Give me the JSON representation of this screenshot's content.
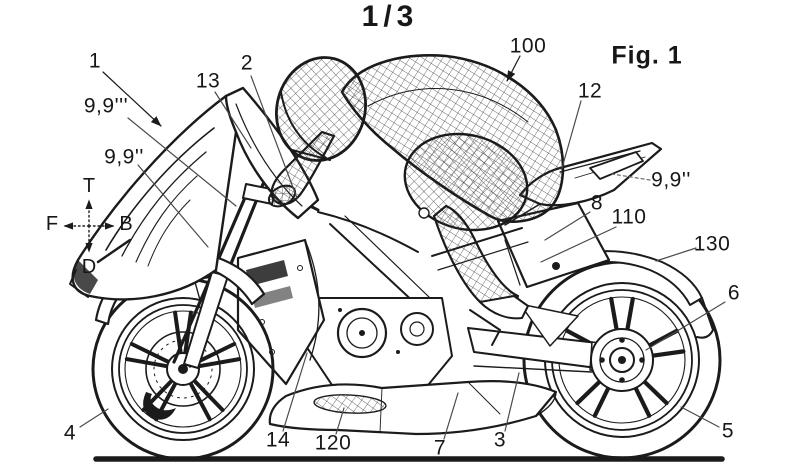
{
  "page": {
    "type": "patent-figure-sheet",
    "background": "#ffffff",
    "ink_color": "#1b1b1b",
    "sheet_number": "1/3",
    "figure_caption": "Fig. 1"
  },
  "drawing": {
    "subject": "sport motorcycle with crouched rider, left side elevation",
    "style": "black line art on white; rider suit and helmet drawn with cross-hatch mesh",
    "ground_line": true
  },
  "compass": {
    "top_label": "T",
    "bottom_label": "D",
    "front_label": "F",
    "back_label": "B"
  },
  "reference_labels": [
    {
      "text": "1",
      "leader": "arrow"
    },
    {
      "text": "9,9'''",
      "leader": "line"
    },
    {
      "text": "9,9''",
      "leader": "line"
    },
    {
      "text": "13",
      "leader": "line"
    },
    {
      "text": "2",
      "leader": "line"
    },
    {
      "text": "100",
      "leader": "arrow"
    },
    {
      "text": "12",
      "leader": "line"
    },
    {
      "text": "9,9''",
      "leader": "dashed"
    },
    {
      "text": "8",
      "leader": "line"
    },
    {
      "text": "110",
      "leader": "line"
    },
    {
      "text": "130",
      "leader": "line"
    },
    {
      "text": "6",
      "leader": "line"
    },
    {
      "text": "5",
      "leader": "line"
    },
    {
      "text": "3",
      "leader": "line"
    },
    {
      "text": "7",
      "leader": "line"
    },
    {
      "text": "120",
      "leader": "line"
    },
    {
      "text": "14",
      "leader": "line"
    },
    {
      "text": "4",
      "leader": "line"
    }
  ]
}
